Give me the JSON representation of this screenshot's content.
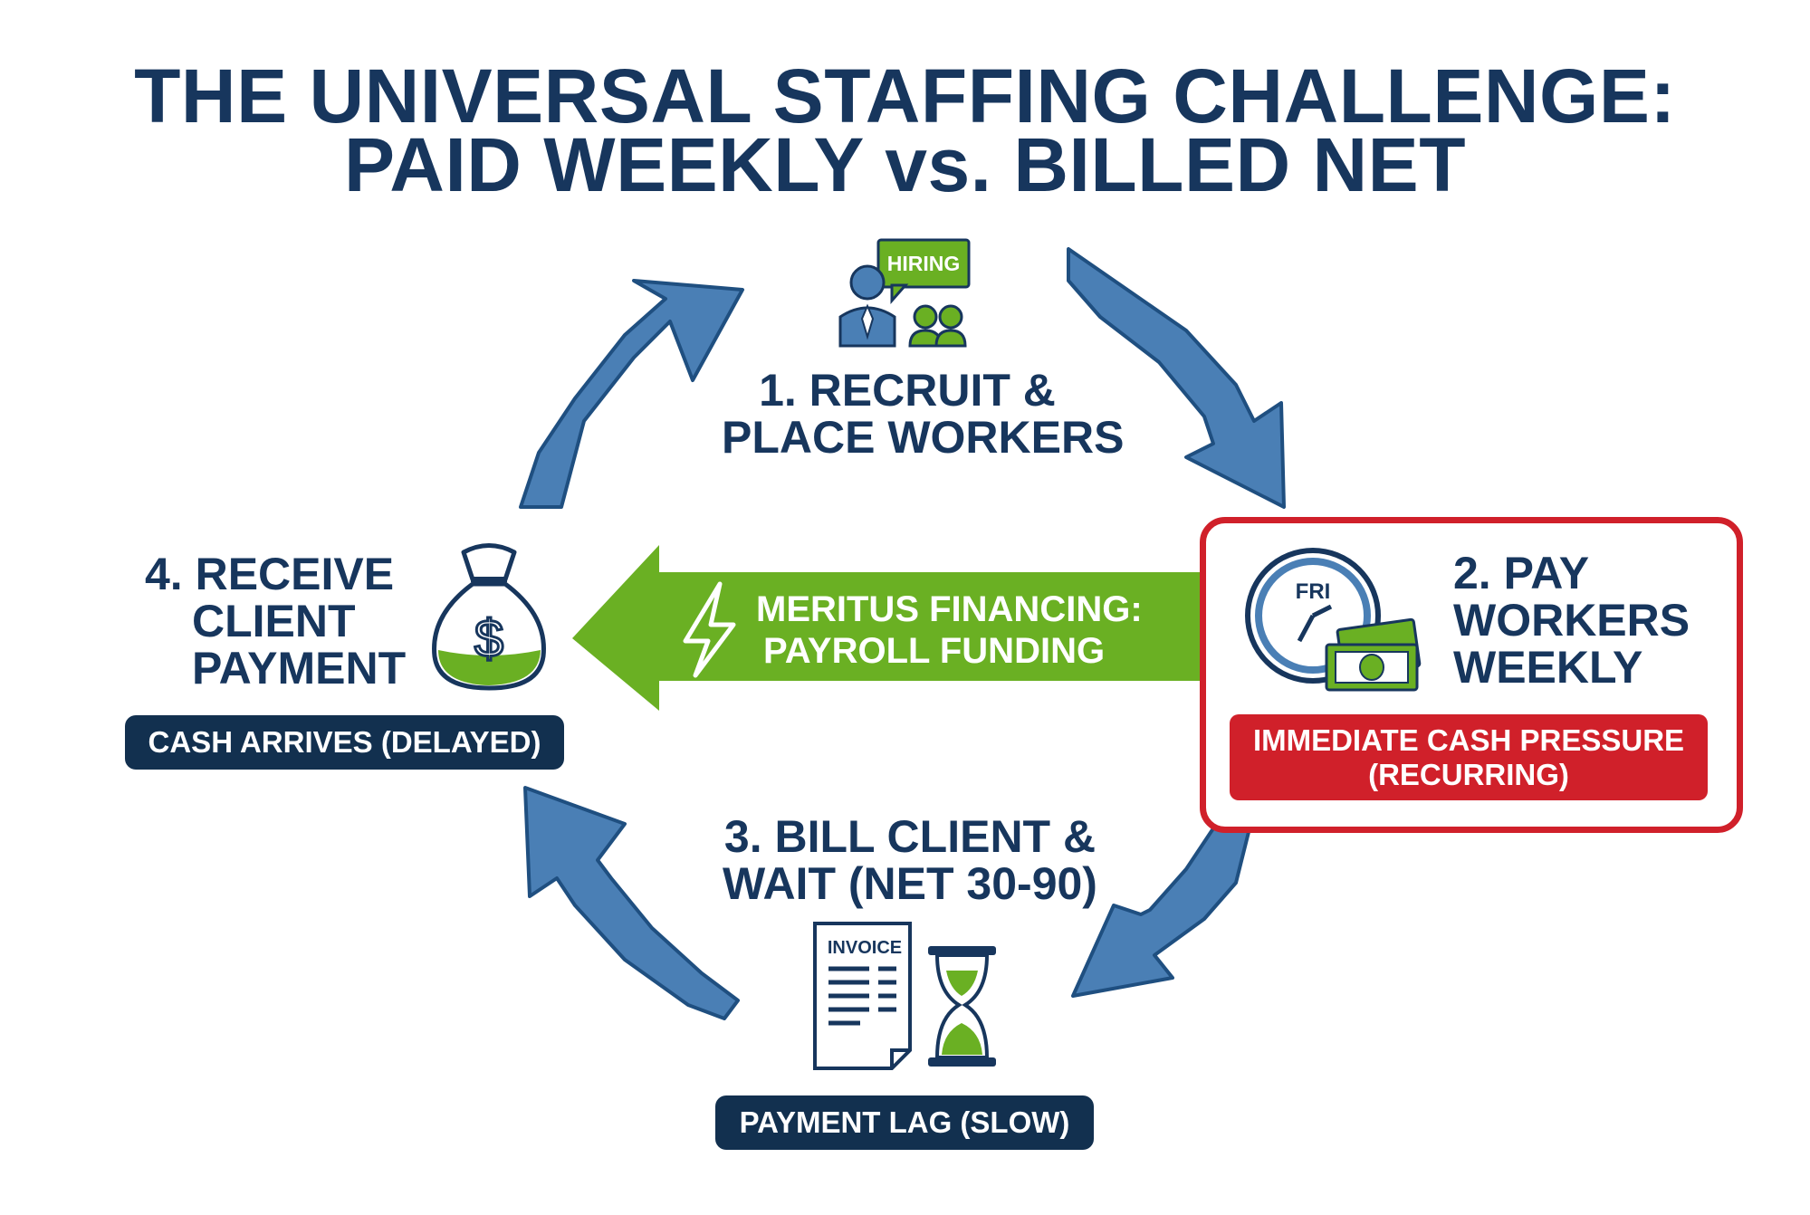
{
  "title": {
    "line1": "THE UNIVERSAL STAFFING CHALLENGE:",
    "line2": "PAID WEEKLY vs. BILLED NET"
  },
  "steps": {
    "step1": {
      "line1": "1. RECRUIT &",
      "line2": "PLACE WORKERS",
      "icon_badge": "HIRING"
    },
    "step2": {
      "line1": "2. PAY",
      "line2": "WORKERS",
      "line3": "WEEKLY",
      "icon_clock_label": "FRI"
    },
    "step3": {
      "line1": "3. BILL CLIENT &",
      "line2": "WAIT (NET 30-90)",
      "icon_invoice_label": "INVOICE"
    },
    "step4": {
      "line1": "4. RECEIVE",
      "line2": "CLIENT",
      "line3": "PAYMENT"
    }
  },
  "pills": {
    "cash_arrives": "CASH ARRIVES (DELAYED)",
    "payment_lag": "PAYMENT LAG (SLOW)",
    "pressure_line1": "IMMEDIATE CASH PRESSURE",
    "pressure_line2": "(RECURRING)"
  },
  "banner": {
    "line1": "MERITUS FINANCING:",
    "line2": "PAYROLL FUNDING"
  },
  "icons": [
    "hiring-people-icon",
    "clock-cash-icon",
    "invoice-hourglass-icon",
    "money-bag-icon",
    "lightning-icon"
  ],
  "colors": {
    "navy": "#17365d",
    "arrow_blue": "#4a7fb5",
    "green": "#6ab023",
    "red": "#d0202a"
  }
}
